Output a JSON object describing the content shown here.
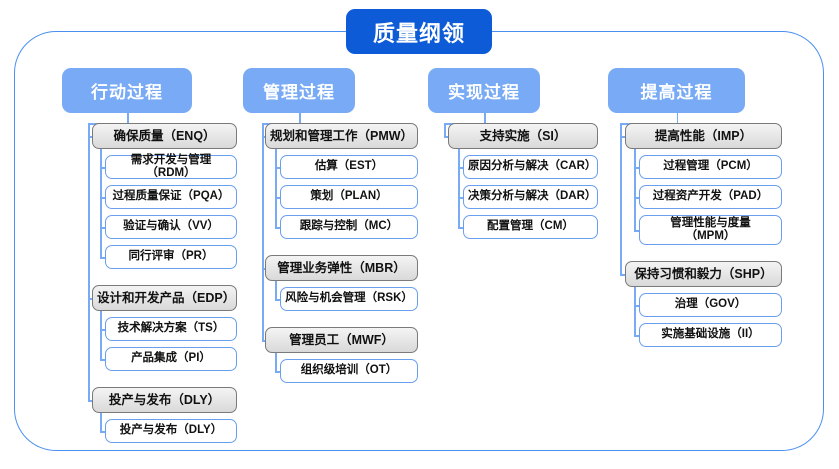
{
  "root": {
    "title": "质量纲领"
  },
  "columns": [
    {
      "header": "行动过程",
      "groups": [
        {
          "label": "确保质量（ENQ）",
          "children": [
            "需求开发与管理（RDM）",
            "过程质量保证（PQA）",
            "验证与确认（VV）",
            "同行评审（PR）"
          ]
        },
        {
          "label": "设计和开发产品（EDP）",
          "children": [
            "技术解决方案（TS）",
            "产品集成（PI）"
          ]
        },
        {
          "label": "投产与发布（DLY）",
          "children": [
            "投产与发布（DLY）"
          ]
        }
      ]
    },
    {
      "header": "管理过程",
      "groups": [
        {
          "label": "规划和管理工作（PMW）",
          "children": [
            "估算（EST）",
            "策划（PLAN）",
            "跟踪与控制（MC）"
          ]
        },
        {
          "label": "管理业务弹性（MBR）",
          "children": [
            "风险与机会管理（RSK）"
          ]
        },
        {
          "label": "管理员工（MWF）",
          "children": [
            "组织级培训（OT）"
          ]
        }
      ]
    },
    {
      "header": "实现过程",
      "groups": [
        {
          "label": "支持实施（SI）",
          "children": [
            "原因分析与解决（CAR）",
            "决策分析与解决（DAR）",
            "配置管理（CM）"
          ]
        }
      ]
    },
    {
      "header": "提高过程",
      "groups": [
        {
          "label": "提高性能（IMP）",
          "children": [
            "过程管理（PCM）",
            "过程资产开发（PAD）",
            "管理性能与度量\n（MPM）"
          ]
        },
        {
          "label": "保持习惯和毅力（SHP）",
          "children": [
            "治理（GOV）",
            "实施基础设施（II）"
          ]
        }
      ]
    }
  ],
  "colors": {
    "root_fill": "#0d5bd6",
    "header_fill": "#78aaf5",
    "connector": "#78aaf5",
    "frame_border": "#4a90f0",
    "group_border": "#7a7a7a",
    "leaf_border": "#6a9ff0",
    "page_background": "#ffffff"
  }
}
